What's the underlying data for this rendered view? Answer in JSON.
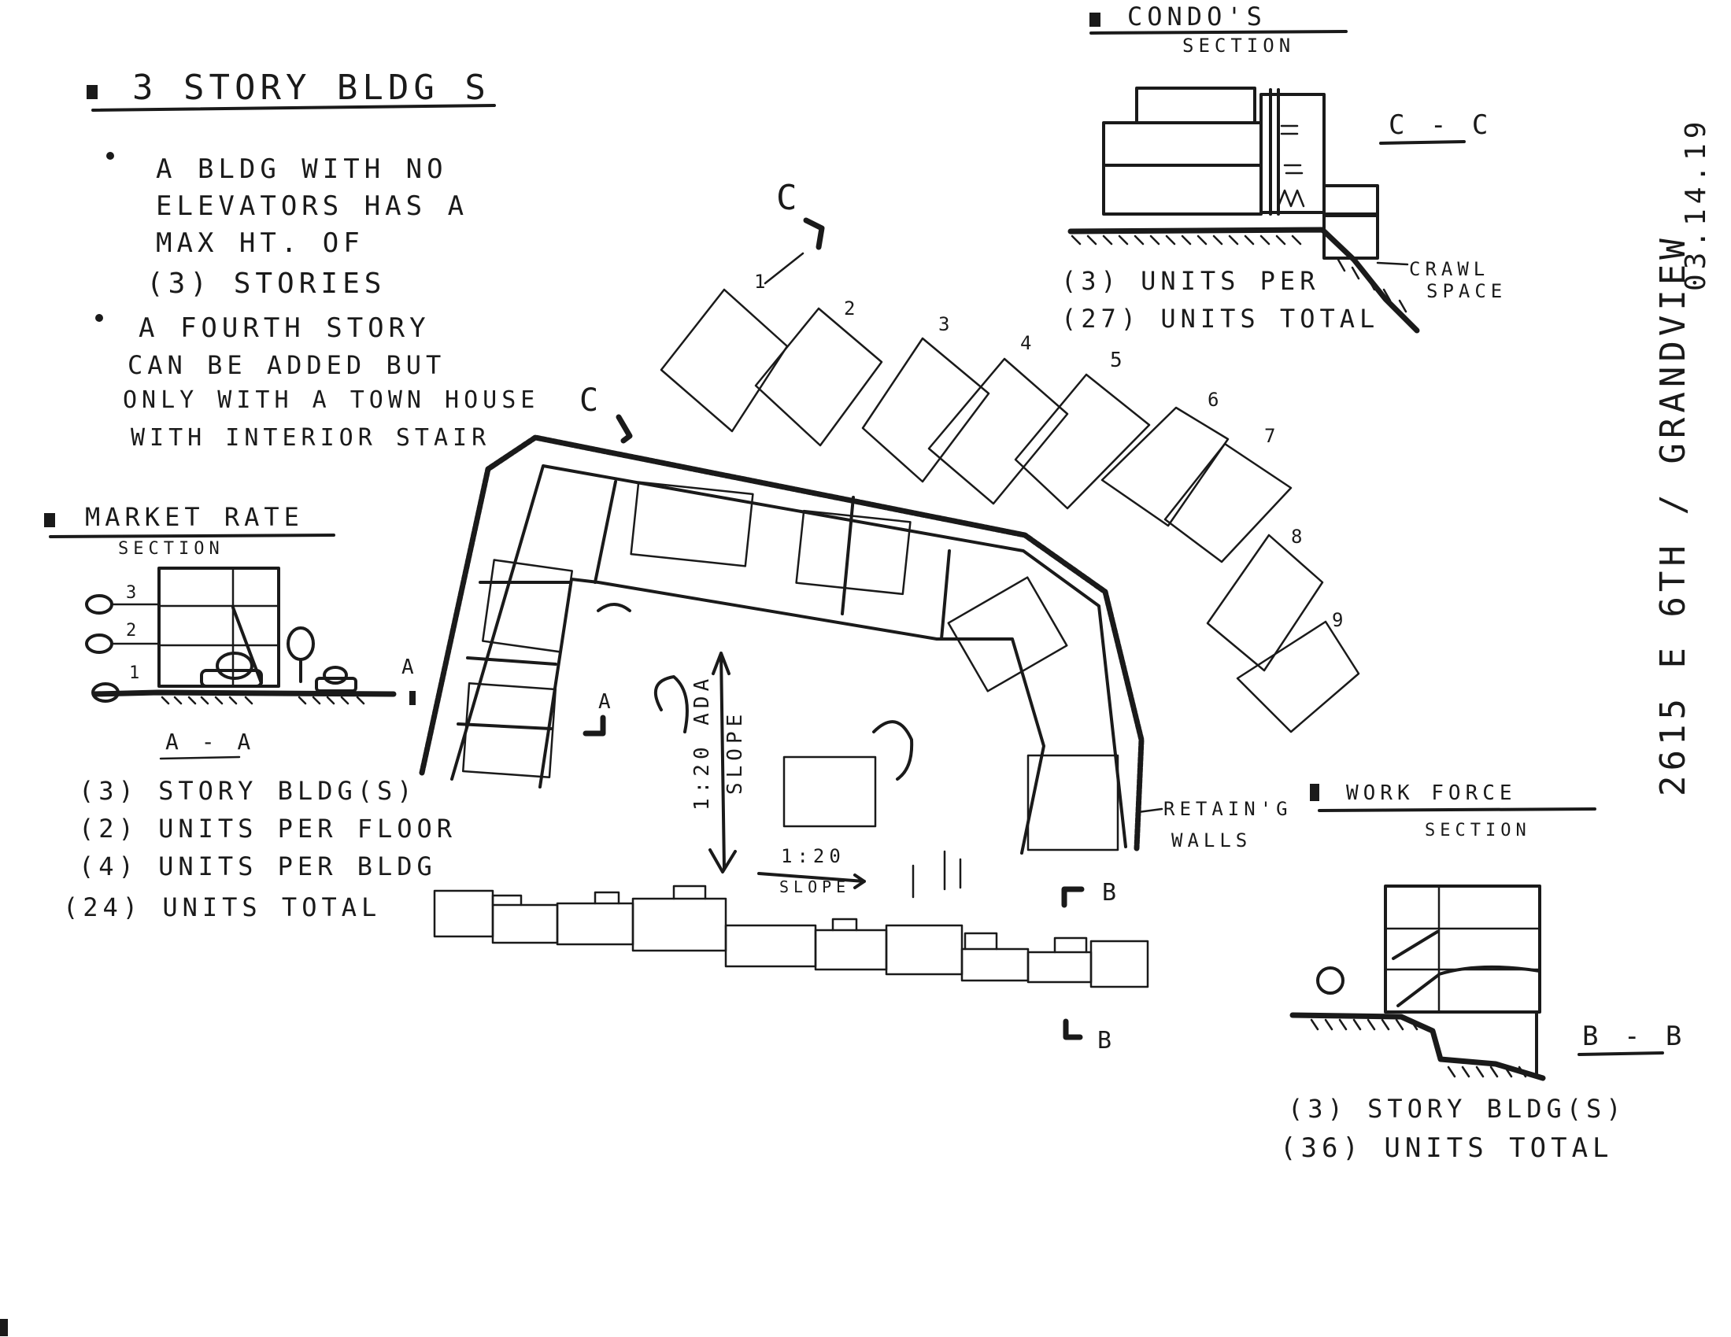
{
  "notes_block": {
    "heading": "3 STORY BLDG S",
    "bullet_1": [
      "A BLDG WITH NO",
      "ELEVATORS HAS A",
      "MAX HT. OF",
      "(3) STORIES"
    ],
    "bullet_2": [
      "A FOURTH STORY",
      "CAN BE ADDED BUT",
      "ONLY WITH A TOWN HOUSE",
      "WITH INTERIOR STAIR"
    ]
  },
  "market_rate": {
    "heading": "MARKET RATE",
    "subheading": "SECTION",
    "floor_labels": [
      "3",
      "2",
      "1"
    ],
    "section_tag": "A",
    "section_title": "A - A",
    "stats": [
      "(3) STORY BLDG(S)",
      "(2) UNITS PER FLOOR",
      "(4) UNITS PER BLDG",
      "(24) UNITS TOTAL"
    ]
  },
  "condos": {
    "heading": "CONDO'S",
    "subheading": "SECTION",
    "section_title": "C - C",
    "callout": [
      "CRAWL",
      "SPACE"
    ],
    "stats": [
      "(3) UNITS PER",
      "(27) UNITS TOTAL"
    ]
  },
  "work_force": {
    "heading": "WORK FORCE",
    "subheading": "SECTION",
    "section_title": "B - B",
    "stats": [
      "(3) STORY BLDG(S)",
      "(36) UNITS TOTAL"
    ]
  },
  "plan": {
    "cut_c": "C",
    "unit_numbers": [
      "1",
      "2",
      "3",
      "4",
      "5",
      "6",
      "7",
      "8",
      "9"
    ],
    "cut_a": "A",
    "cut_b": "B",
    "ada_slope": [
      "1:20 ADA",
      "SLOPE"
    ],
    "slope": [
      "1:20",
      "SLOPE"
    ],
    "retaining": [
      "RETAIN'G",
      "WALLS"
    ]
  },
  "vertical_title": "2615 E 6TH / GRANDVIEW",
  "vertical_date": "03.14.19",
  "icons": [
    "bullet-box-icon",
    "section-cut-marker-icon",
    "tree-icon",
    "car-icon"
  ]
}
